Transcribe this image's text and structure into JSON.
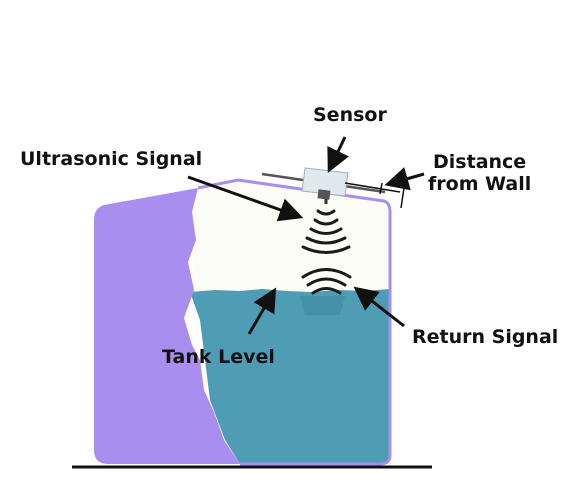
{
  "labels": {
    "sensor": "Sensor",
    "ultrasonic_signal": "Ultrasonic Signal",
    "distance_line1": "Distance",
    "distance_line2": "from Wall",
    "return_signal": "Return Signal",
    "tank_level": "Tank Level"
  },
  "colors": {
    "tank_outline": "#a98ef0",
    "tank_left_wall": "#a98ef0",
    "water": "#4f9db4",
    "water_shadow": "#3d8aa0",
    "air": "#fdfdf7",
    "ground": "#111111",
    "sensor_body": "#dfe9ee",
    "arrow": "#111111"
  },
  "icons": [
    "ultrasonic-sensor-icon",
    "signal-waves-icon",
    "arrow-icon"
  ]
}
